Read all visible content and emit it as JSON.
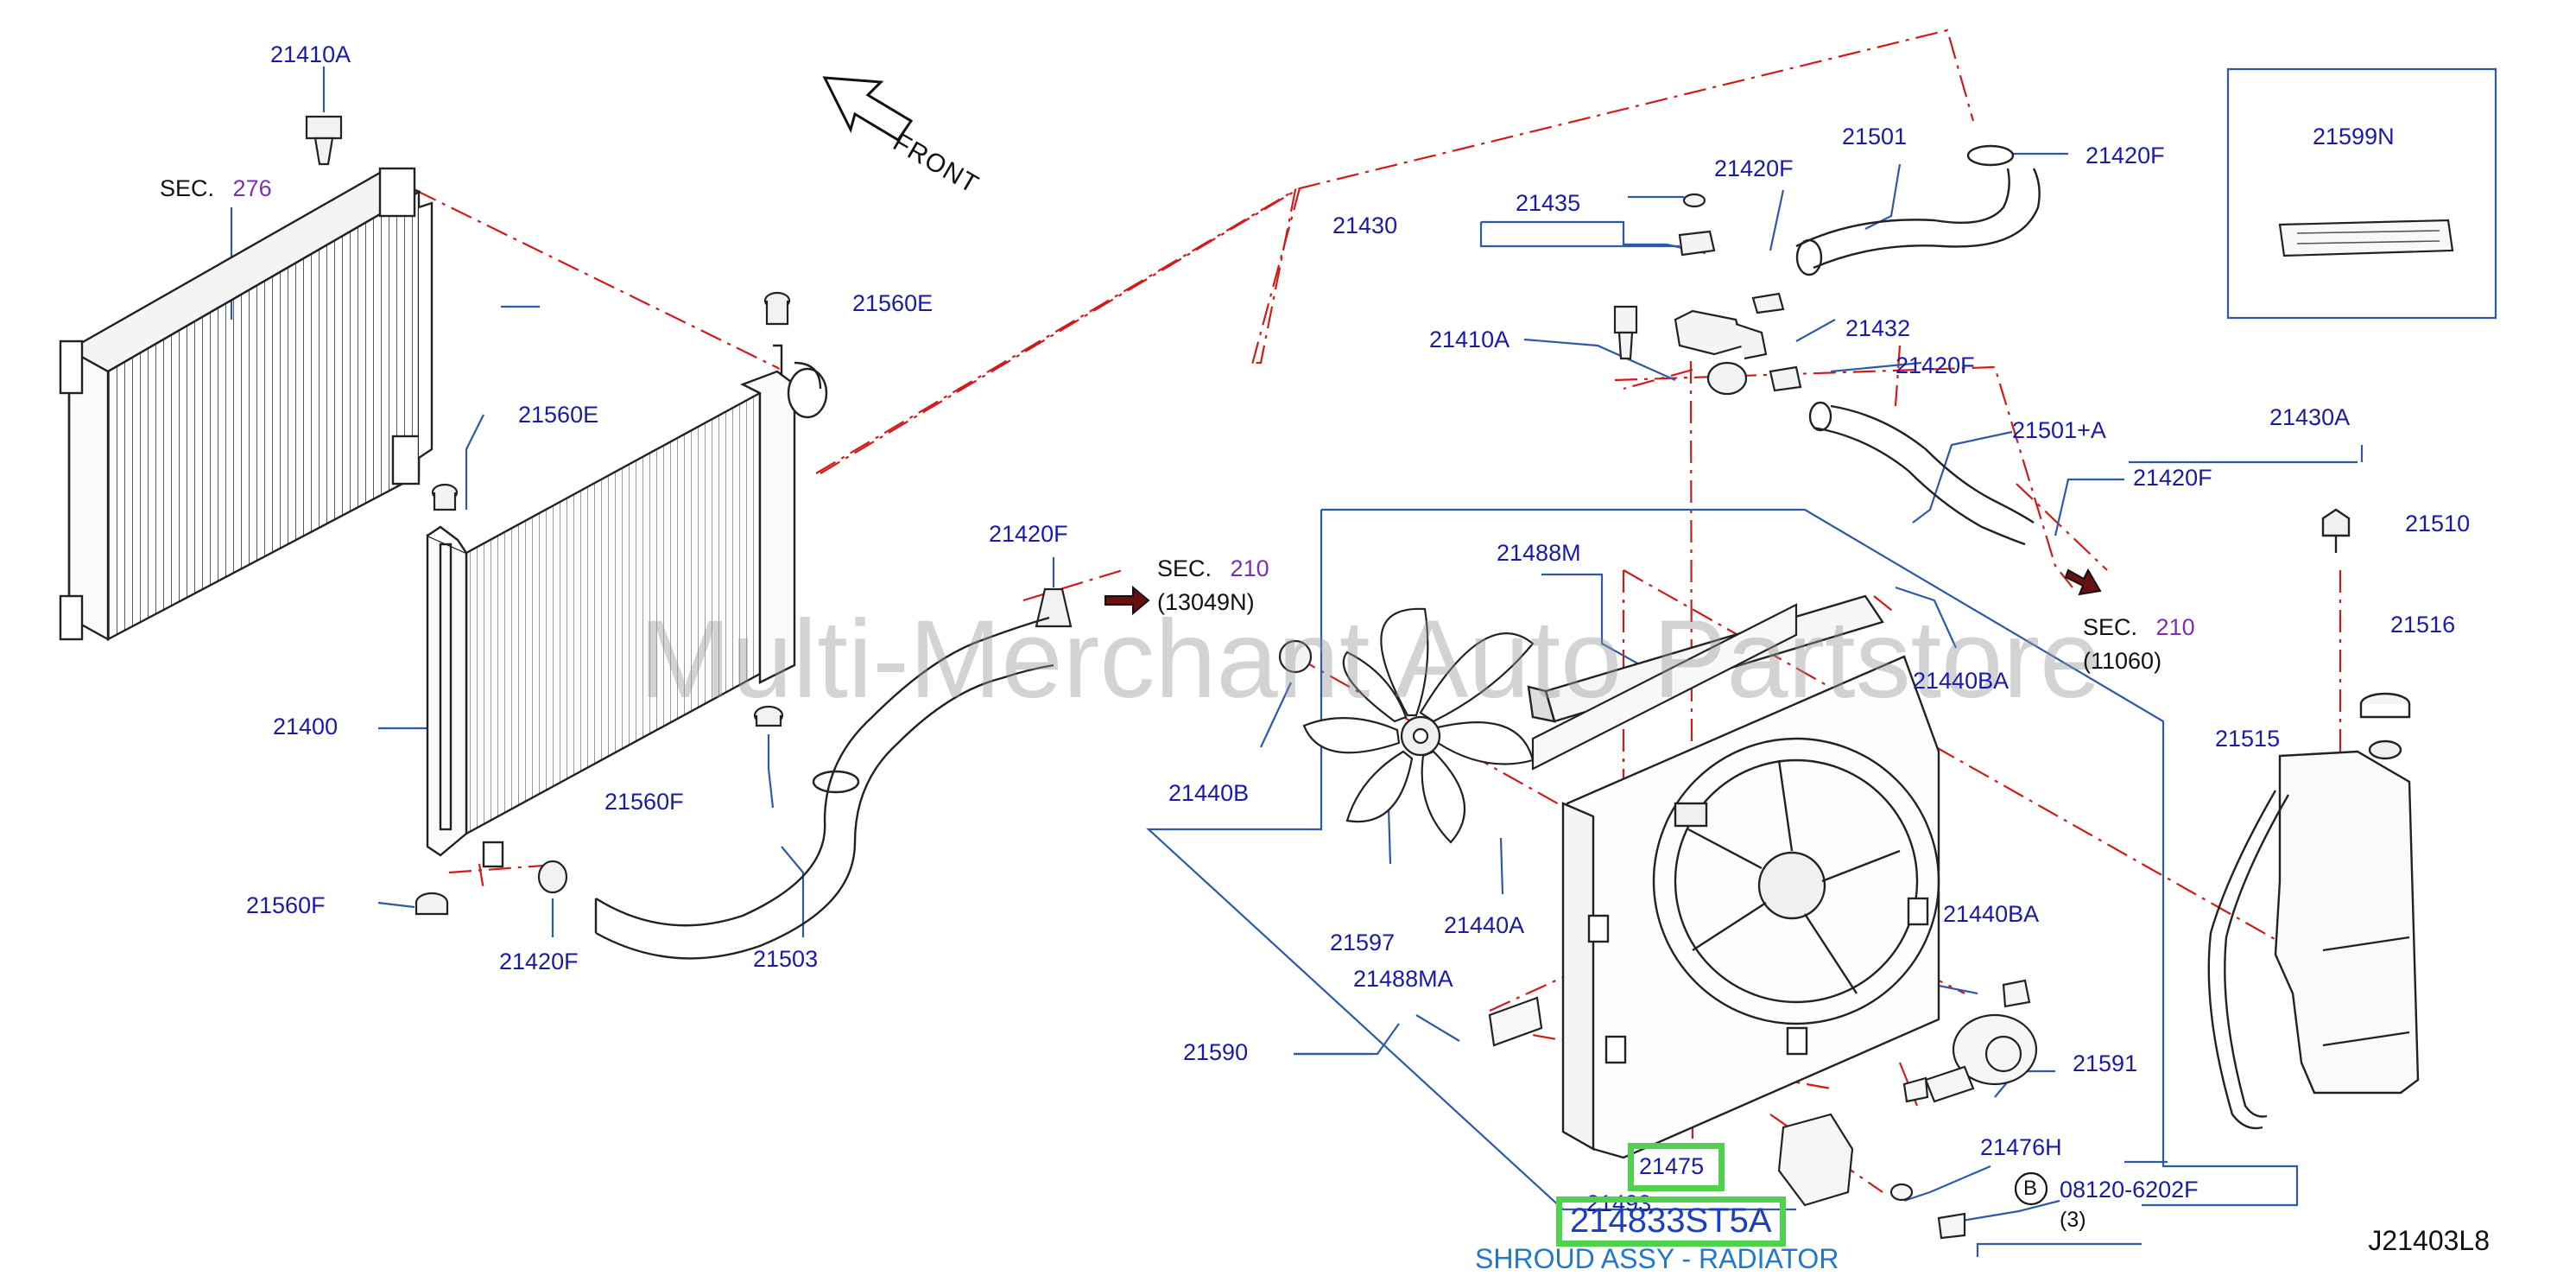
{
  "watermark": "Multi-Merchant Auto Partstore",
  "front_label": "FRONT",
  "diagram_code": "J21403L8",
  "highlighted_part": {
    "number": "214833ST5A",
    "description": "SHROUD ASSY - RADIATOR",
    "ref": "21475"
  },
  "sec_refs": [
    {
      "prefix": "SEC.",
      "number": "276",
      "sub": ""
    },
    {
      "prefix": "SEC.",
      "number": "210",
      "sub": "(13049N)"
    },
    {
      "prefix": "SEC.",
      "number": "210",
      "sub": "(11060)"
    }
  ],
  "bolt_callout": {
    "letter": "B",
    "number": "08120-6202F",
    "qty": "(3)"
  },
  "parts": [
    "21410A",
    "21560E",
    "21560E",
    "21400",
    "21560F",
    "21560F",
    "21420F",
    "21503",
    "21420F",
    "21430",
    "21435",
    "21420F",
    "21501",
    "21420F",
    "21410A",
    "21432",
    "21420F",
    "21501+A",
    "21420F",
    "21599N",
    "21430A",
    "21510",
    "21516",
    "21515",
    "21488M",
    "21440BA",
    "21440B",
    "21597",
    "21440A",
    "21440BA",
    "21488MA",
    "21590",
    "21591",
    "21476H",
    "21493"
  ],
  "colors": {
    "part_label": "#1a1aa8",
    "leader": "#2d5aa8",
    "flow_line": "#d11a1a",
    "highlight": "#4fd34f",
    "sec_number": "#7a2fb8"
  }
}
